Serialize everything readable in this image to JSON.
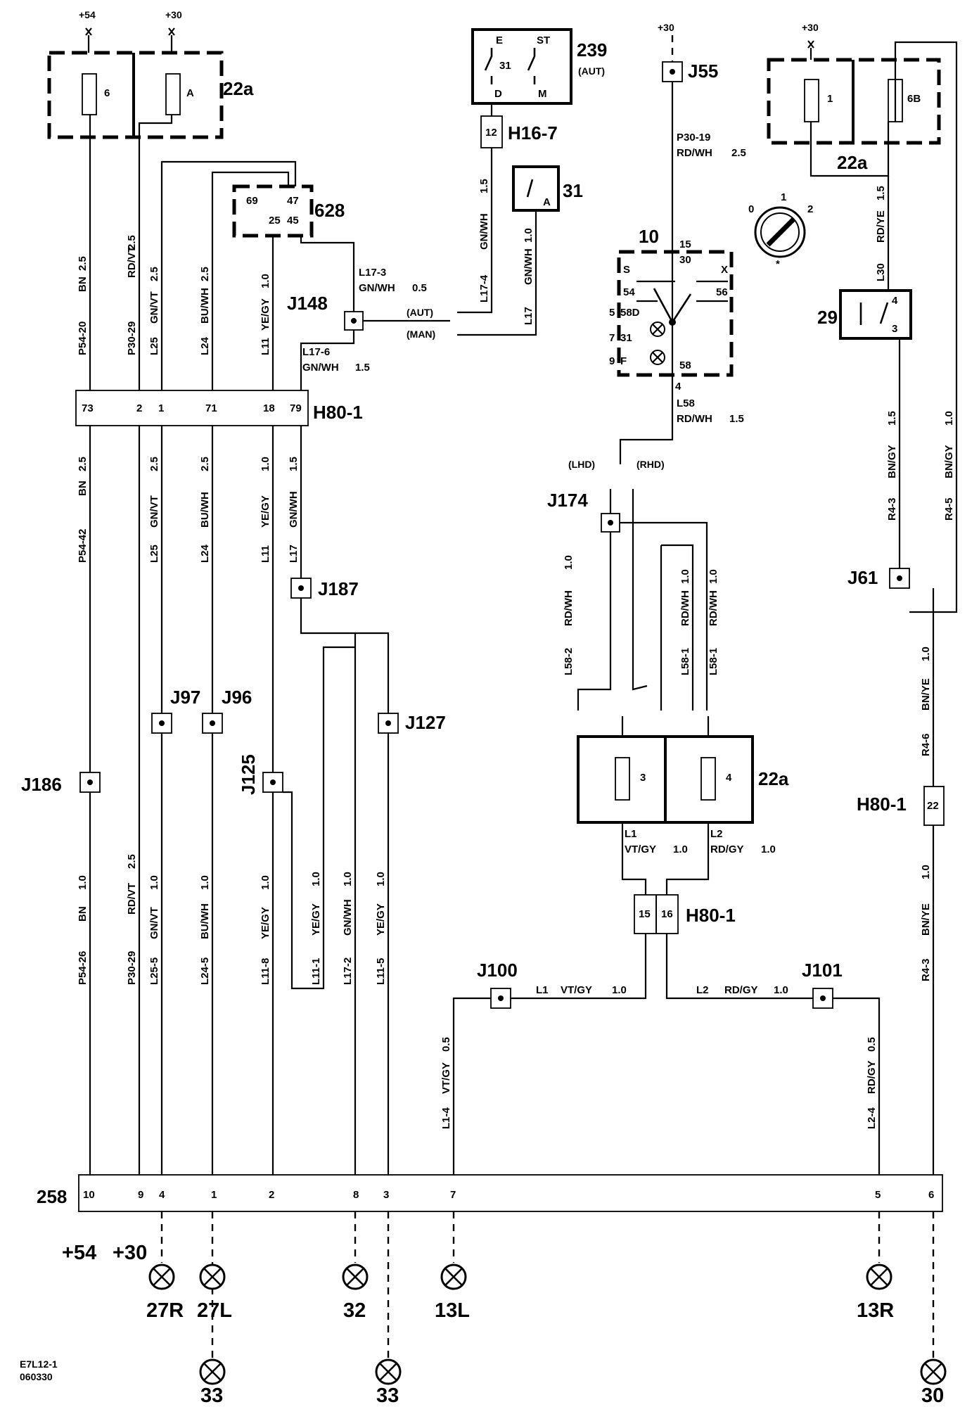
{
  "components": {
    "fuse_box_top_left": {
      "label": "22a",
      "fuses": [
        "6",
        "A"
      ],
      "supplies": [
        "+54",
        "+30"
      ]
    },
    "relay_628": {
      "label": "628",
      "pins": [
        "69",
        "47",
        "25",
        "45"
      ]
    },
    "switch_239": {
      "label": "239",
      "sub": "(AUT)",
      "contacts": [
        "E",
        "ST",
        "31",
        "D",
        "M"
      ]
    },
    "connector_h16_7": {
      "label": "H16-7",
      "pin": "12"
    },
    "switch_31": {
      "label": "31",
      "pin": "A"
    },
    "junction_j55": {
      "label": "J55",
      "supply": "+30"
    },
    "fuse_box_top_right": {
      "label": "22a",
      "fuses": [
        "1",
        "6B"
      ],
      "supply": "+30"
    },
    "switch_10": {
      "label": "10",
      "pins": [
        "15",
        "30",
        "S",
        "X",
        "54",
        "56",
        "5",
        "58D",
        "7",
        "31",
        "9",
        "F",
        "58",
        "4"
      ]
    },
    "dial": {
      "marks": [
        "0",
        "1",
        "2",
        "*"
      ]
    },
    "switch_29": {
      "label": "29",
      "pins": [
        "4",
        "3"
      ]
    },
    "junction_j148": {
      "label": "J148",
      "branches": [
        "(AUT)",
        "(MAN)"
      ]
    },
    "connector_h80_1_top": {
      "label": "H80-1",
      "pins": [
        "73",
        "2",
        "1",
        "71",
        "18",
        "79"
      ]
    },
    "junction_j174": {
      "label": "J174",
      "branches": [
        "(LHD)",
        "(RHD)"
      ]
    },
    "junction_j61": {
      "label": "J61"
    },
    "junction_j187": {
      "label": "J187"
    },
    "junction_j97": {
      "label": "J97"
    },
    "junction_j96": {
      "label": "J96"
    },
    "junction_j127": {
      "label": "J127"
    },
    "junction_j186": {
      "label": "J186"
    },
    "junction_j125": {
      "label": "J125"
    },
    "fuse_box_mid": {
      "label": "22a",
      "fuses": [
        "3",
        "4"
      ]
    },
    "connector_h80_1_right": {
      "label": "H80-1",
      "pin": "22"
    },
    "connector_h80_1_mid": {
      "label": "H80-1",
      "pins": [
        "15",
        "16"
      ]
    },
    "junction_j100": {
      "label": "J100"
    },
    "junction_j101": {
      "label": "J101"
    },
    "connector_258": {
      "label": "258",
      "pins": [
        "10",
        "9",
        "4",
        "1",
        "2",
        "8",
        "3",
        "7",
        "5",
        "6"
      ]
    }
  },
  "wires": {
    "w1": [
      "P54-20",
      "BN",
      "2.5"
    ],
    "w2": [
      "P30-29",
      "RD/VT",
      "2.5"
    ],
    "w3": [
      "L25",
      "GN/VT",
      "2.5"
    ],
    "w4": [
      "L24",
      "BU/WH",
      "2.5"
    ],
    "w5": [
      "L11",
      "YE/GY",
      "1.0"
    ],
    "w6": [
      "L17-4",
      "GN/WH",
      "1.5"
    ],
    "w7": [
      "L17",
      "GN/WH",
      "1.0"
    ],
    "w8": [
      "L17-3",
      "GN/WH",
      "0.5"
    ],
    "w9": [
      "L17-6",
      "GN/WH",
      "1.5"
    ],
    "w10": [
      "P30-19",
      "RD/WH",
      "2.5"
    ],
    "w11": [
      "L30",
      "RD/YE",
      "1.5"
    ],
    "w12": [
      "L58",
      "RD/WH",
      "1.5"
    ],
    "w13": [
      "P54-42",
      "BN",
      "2.5"
    ],
    "w14": [
      "L25",
      "GN/VT",
      "2.5"
    ],
    "w15": [
      "L24",
      "BU/WH",
      "2.5"
    ],
    "w16": [
      "L11",
      "YE/GY",
      "1.0"
    ],
    "w17": [
      "L17",
      "GN/WH",
      "1.5"
    ],
    "w18": [
      "R4-3",
      "BN/GY",
      "1.5"
    ],
    "w19": [
      "R4-5",
      "BN/GY",
      "1.0"
    ],
    "w20": [
      "L58-2",
      "RD/WH",
      "1.0"
    ],
    "w21": [
      "L58-1",
      "RD/WH",
      "1.0"
    ],
    "w22": [
      "L58-1",
      "RD/WH",
      "1.0"
    ],
    "w23": [
      "R4-6",
      "BN/YE",
      "1.0"
    ],
    "w24": [
      "R4-3",
      "BN/YE",
      "1.0"
    ],
    "w25": [
      "P54-26",
      "BN",
      "1.0"
    ],
    "w26": [
      "P30-29",
      "RD/VT",
      "2.5"
    ],
    "w27": [
      "L25-5",
      "GN/VT",
      "1.0"
    ],
    "w28": [
      "L24-5",
      "BU/WH",
      "1.0"
    ],
    "w29": [
      "L11-8",
      "YE/GY",
      "1.0"
    ],
    "w30": [
      "L11-1",
      "YE/GY",
      "1.0"
    ],
    "w31": [
      "L17-2",
      "GN/WH",
      "1.0"
    ],
    "w32": [
      "L11-5",
      "YE/GY",
      "1.0"
    ],
    "w33": [
      "L1",
      "VT/GY",
      "1.0"
    ],
    "w34": [
      "L2",
      "RD/GY",
      "1.0"
    ],
    "w35": [
      "L1",
      "VT/GY",
      "1.0"
    ],
    "w36": [
      "L2",
      "RD/GY",
      "1.0"
    ],
    "w37": [
      "L1-4",
      "VT/GY",
      "0.5"
    ],
    "w38": [
      "L2-4",
      "RD/GY",
      "0.5"
    ]
  },
  "loads": {
    "pos_54": "+54",
    "pos_30": "+30",
    "lamp_27r": "27R",
    "lamp_27l": "27L",
    "lamp_32": "32",
    "lamp_13l": "13L",
    "lamp_13r": "13R",
    "lamp_33a": "33",
    "lamp_33b": "33",
    "lamp_30": "30"
  },
  "footer": {
    "code": "E7L12-1",
    "date": "060330"
  }
}
